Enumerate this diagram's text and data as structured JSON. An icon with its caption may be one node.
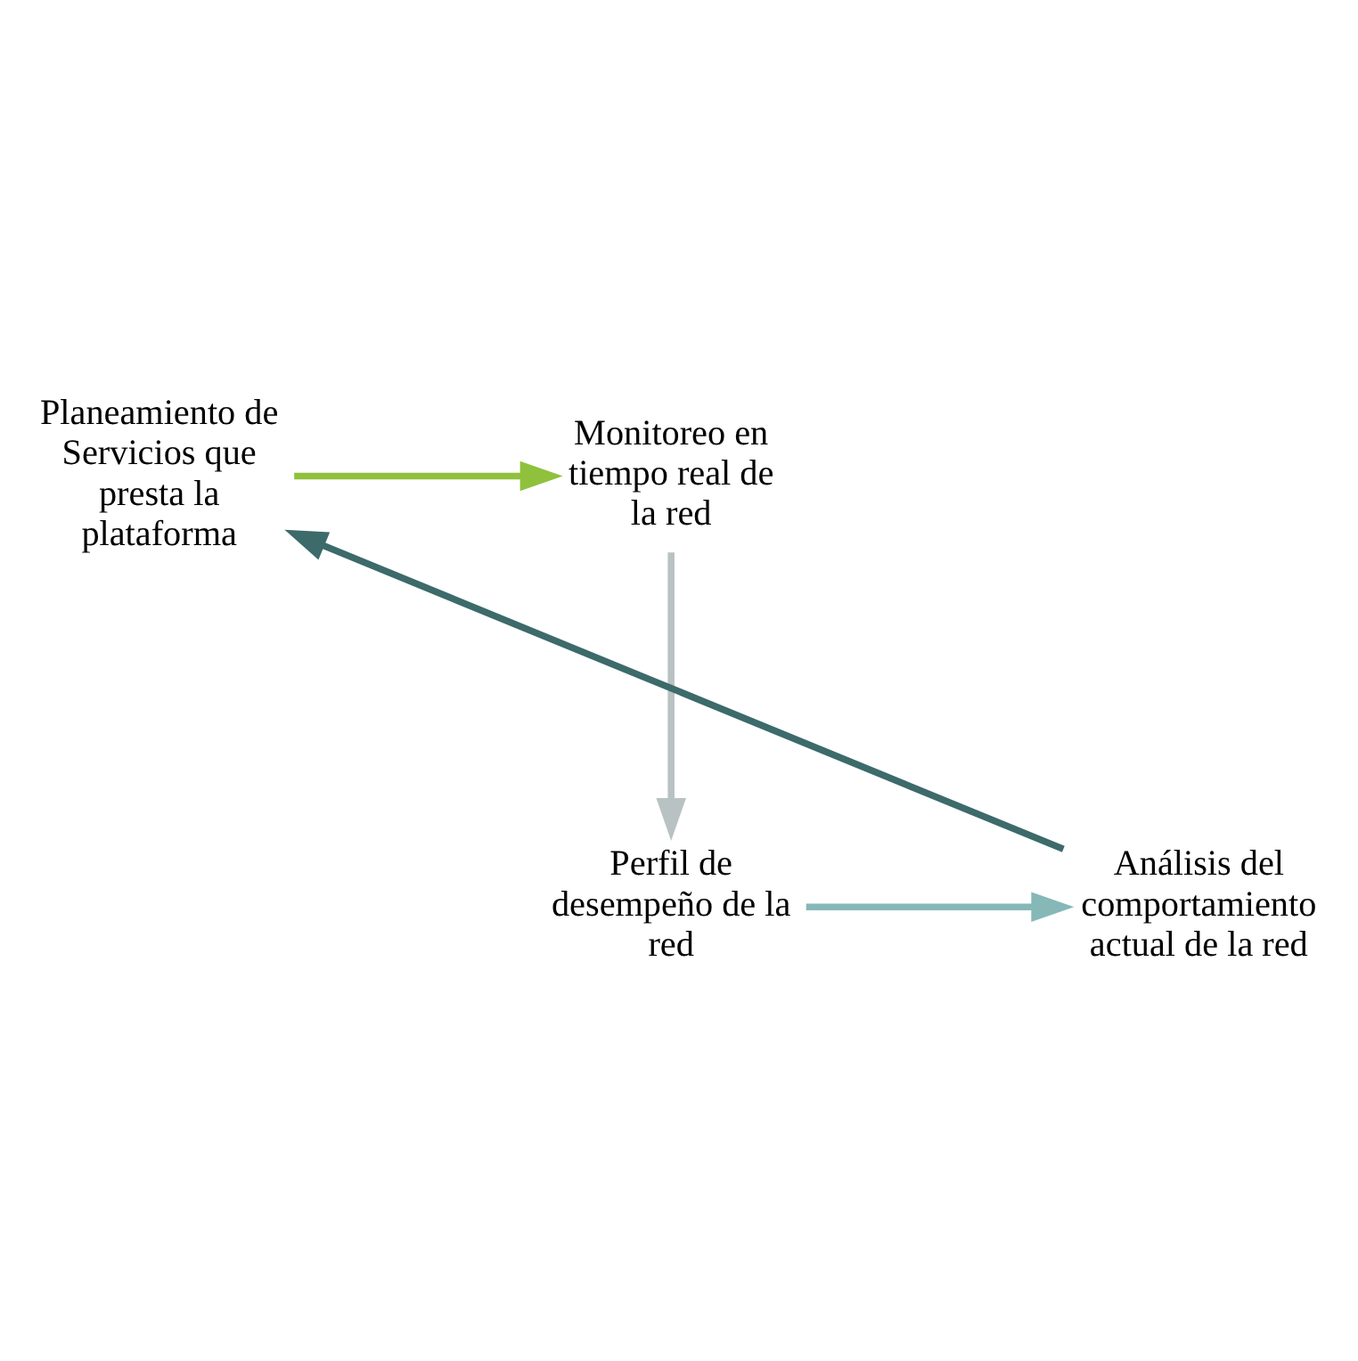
{
  "diagram": {
    "nodes": [
      {
        "text": [
          "Planeamiento de Servicios que presta la plataforma"
        ]
      },
      {
        "text": [
          "Monitoreo en tiempo real de la red"
        ]
      },
      {
        "text": [
          "Perfil de desempeño de la red"
        ]
      },
      {
        "text": [
          "Análisis del comportamiento actual de la red"
        ]
      }
    ],
    "edges": [
      {
        "from": 0,
        "to": 1,
        "arrow": "to",
        "color": "#8fc13c"
      },
      {
        "from": 1,
        "to": 2,
        "arrow": "to",
        "color": "#b9c2c2"
      },
      {
        "from": 2,
        "to": 3,
        "arrow": "to",
        "color": "#86b8b8"
      },
      {
        "from": 3,
        "to": 0,
        "arrow": "to",
        "color": "#3d6a6a"
      }
    ]
  }
}
